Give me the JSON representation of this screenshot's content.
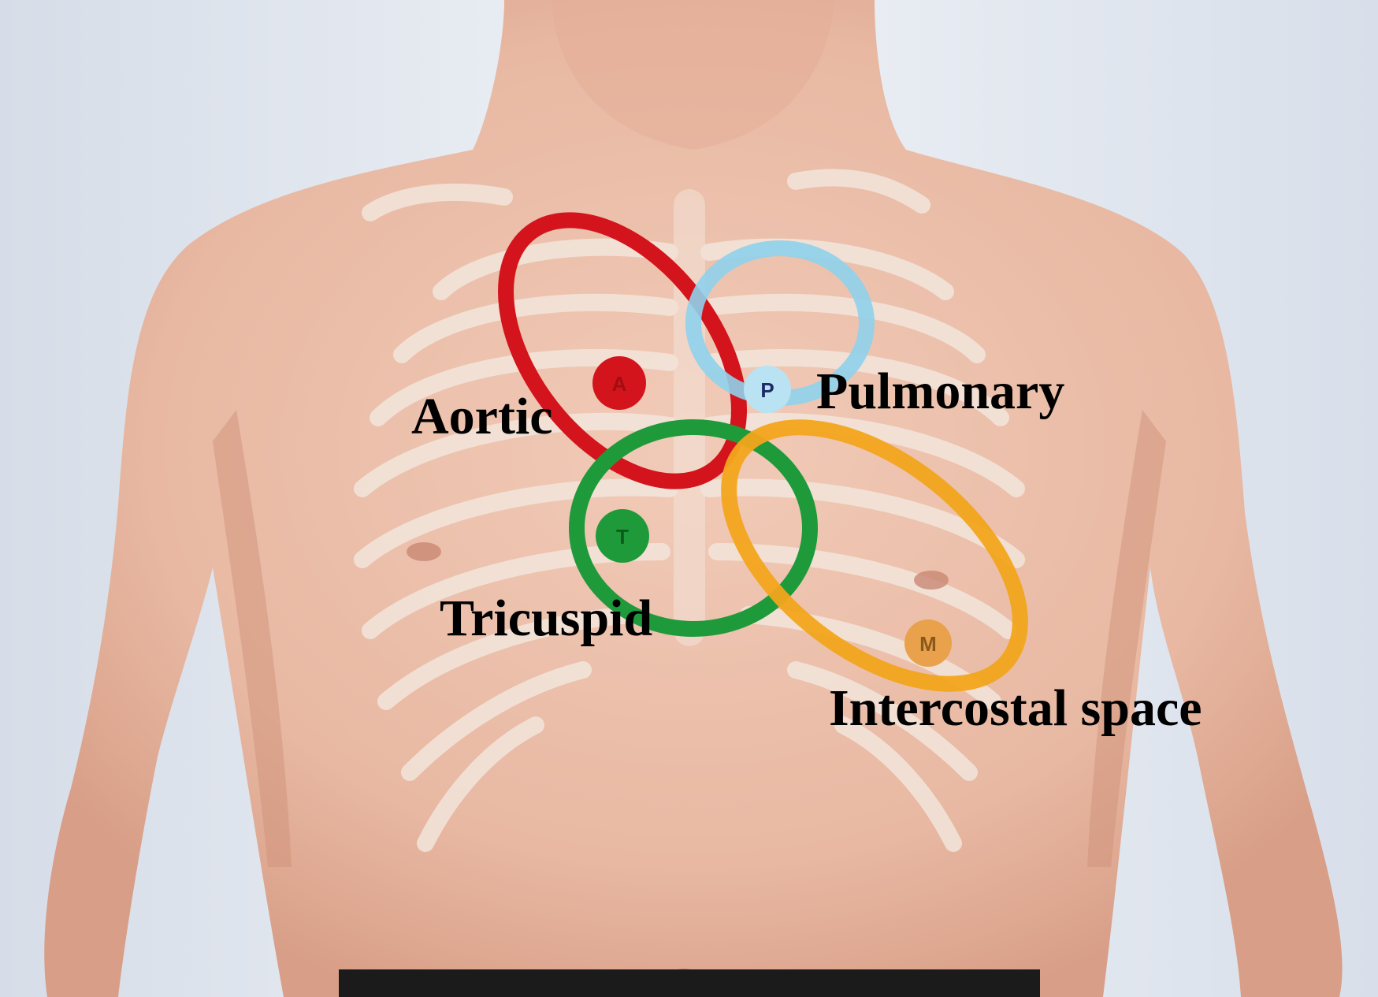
{
  "labels": {
    "aortic": "Aortic",
    "pulmonary": "Pulmonary",
    "tricuspid": "Tricuspid",
    "intercostal": "Intercostal space"
  },
  "markers": {
    "aortic": "A",
    "pulmonary": "P",
    "tricuspid": "T",
    "mitral": "M"
  },
  "colors": {
    "aortic": "#d4141c",
    "pulmonary": "#8fd2ec",
    "tricuspid": "#1f9a3a",
    "mitral": "#f2a51c",
    "background": "#dfe7f1",
    "skin": "#e9b9a4"
  }
}
